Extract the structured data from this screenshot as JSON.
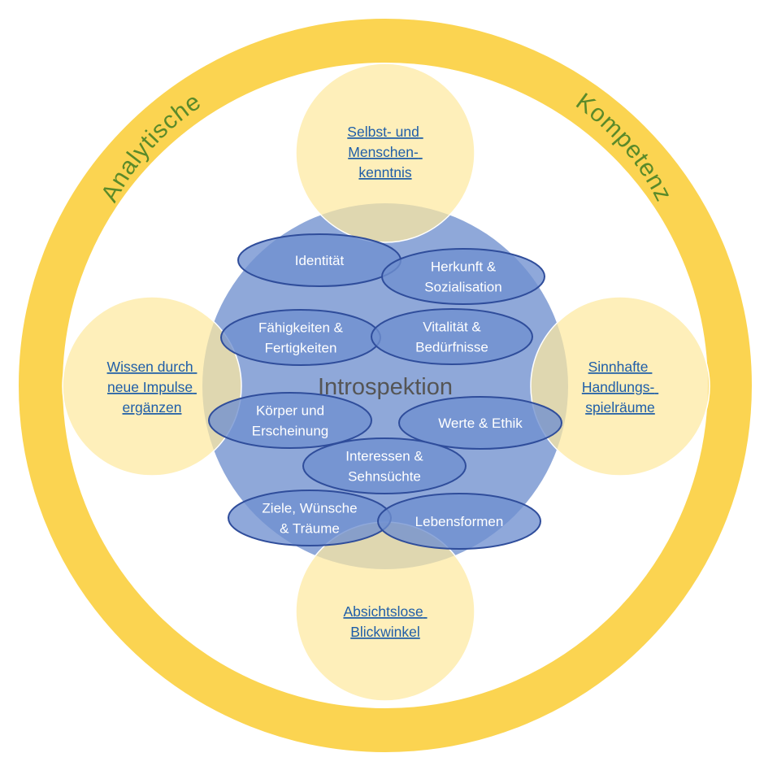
{
  "colors": {
    "ring": "#fbd451",
    "outer_circle_fill": "#fde99f",
    "outer_circle_stroke": "#ffffff",
    "sphere": "#8fa8d9",
    "oval_fill": "#6f90d0",
    "oval_stroke": "#2f4d9b",
    "ring_text": "#5a8a2a",
    "link_text": "#1f5ea8",
    "oval_text": "#ffffff",
    "center_text": "#555555"
  },
  "ring_words": {
    "left": "Analytische",
    "right": "Kompetenz"
  },
  "center_title": "Introspektion",
  "outer_circles": {
    "top": [
      "Selbst- und",
      "Menschen-",
      "kenntnis"
    ],
    "left": [
      "Wissen durch",
      "neue Impulse",
      "ergänzen"
    ],
    "right": [
      "Sinnhafte",
      "Handlungs-",
      "spielräume"
    ],
    "bottom": [
      "Absichtslose",
      "Blickwinkel"
    ]
  },
  "ovals": [
    [
      "Identität"
    ],
    [
      "Herkunft &",
      "Sozialisation"
    ],
    [
      "Fähigkeiten &",
      "Fertigkeiten"
    ],
    [
      "Vitalität &",
      "Bedürfnisse"
    ],
    [
      "Körper und",
      "Erscheinung"
    ],
    [
      "Werte & Ethik"
    ],
    [
      "Interessen &",
      "Sehnsüchte"
    ],
    [
      "Ziele, Wünsche",
      "& Träume"
    ],
    [
      "Lebensformen"
    ]
  ]
}
